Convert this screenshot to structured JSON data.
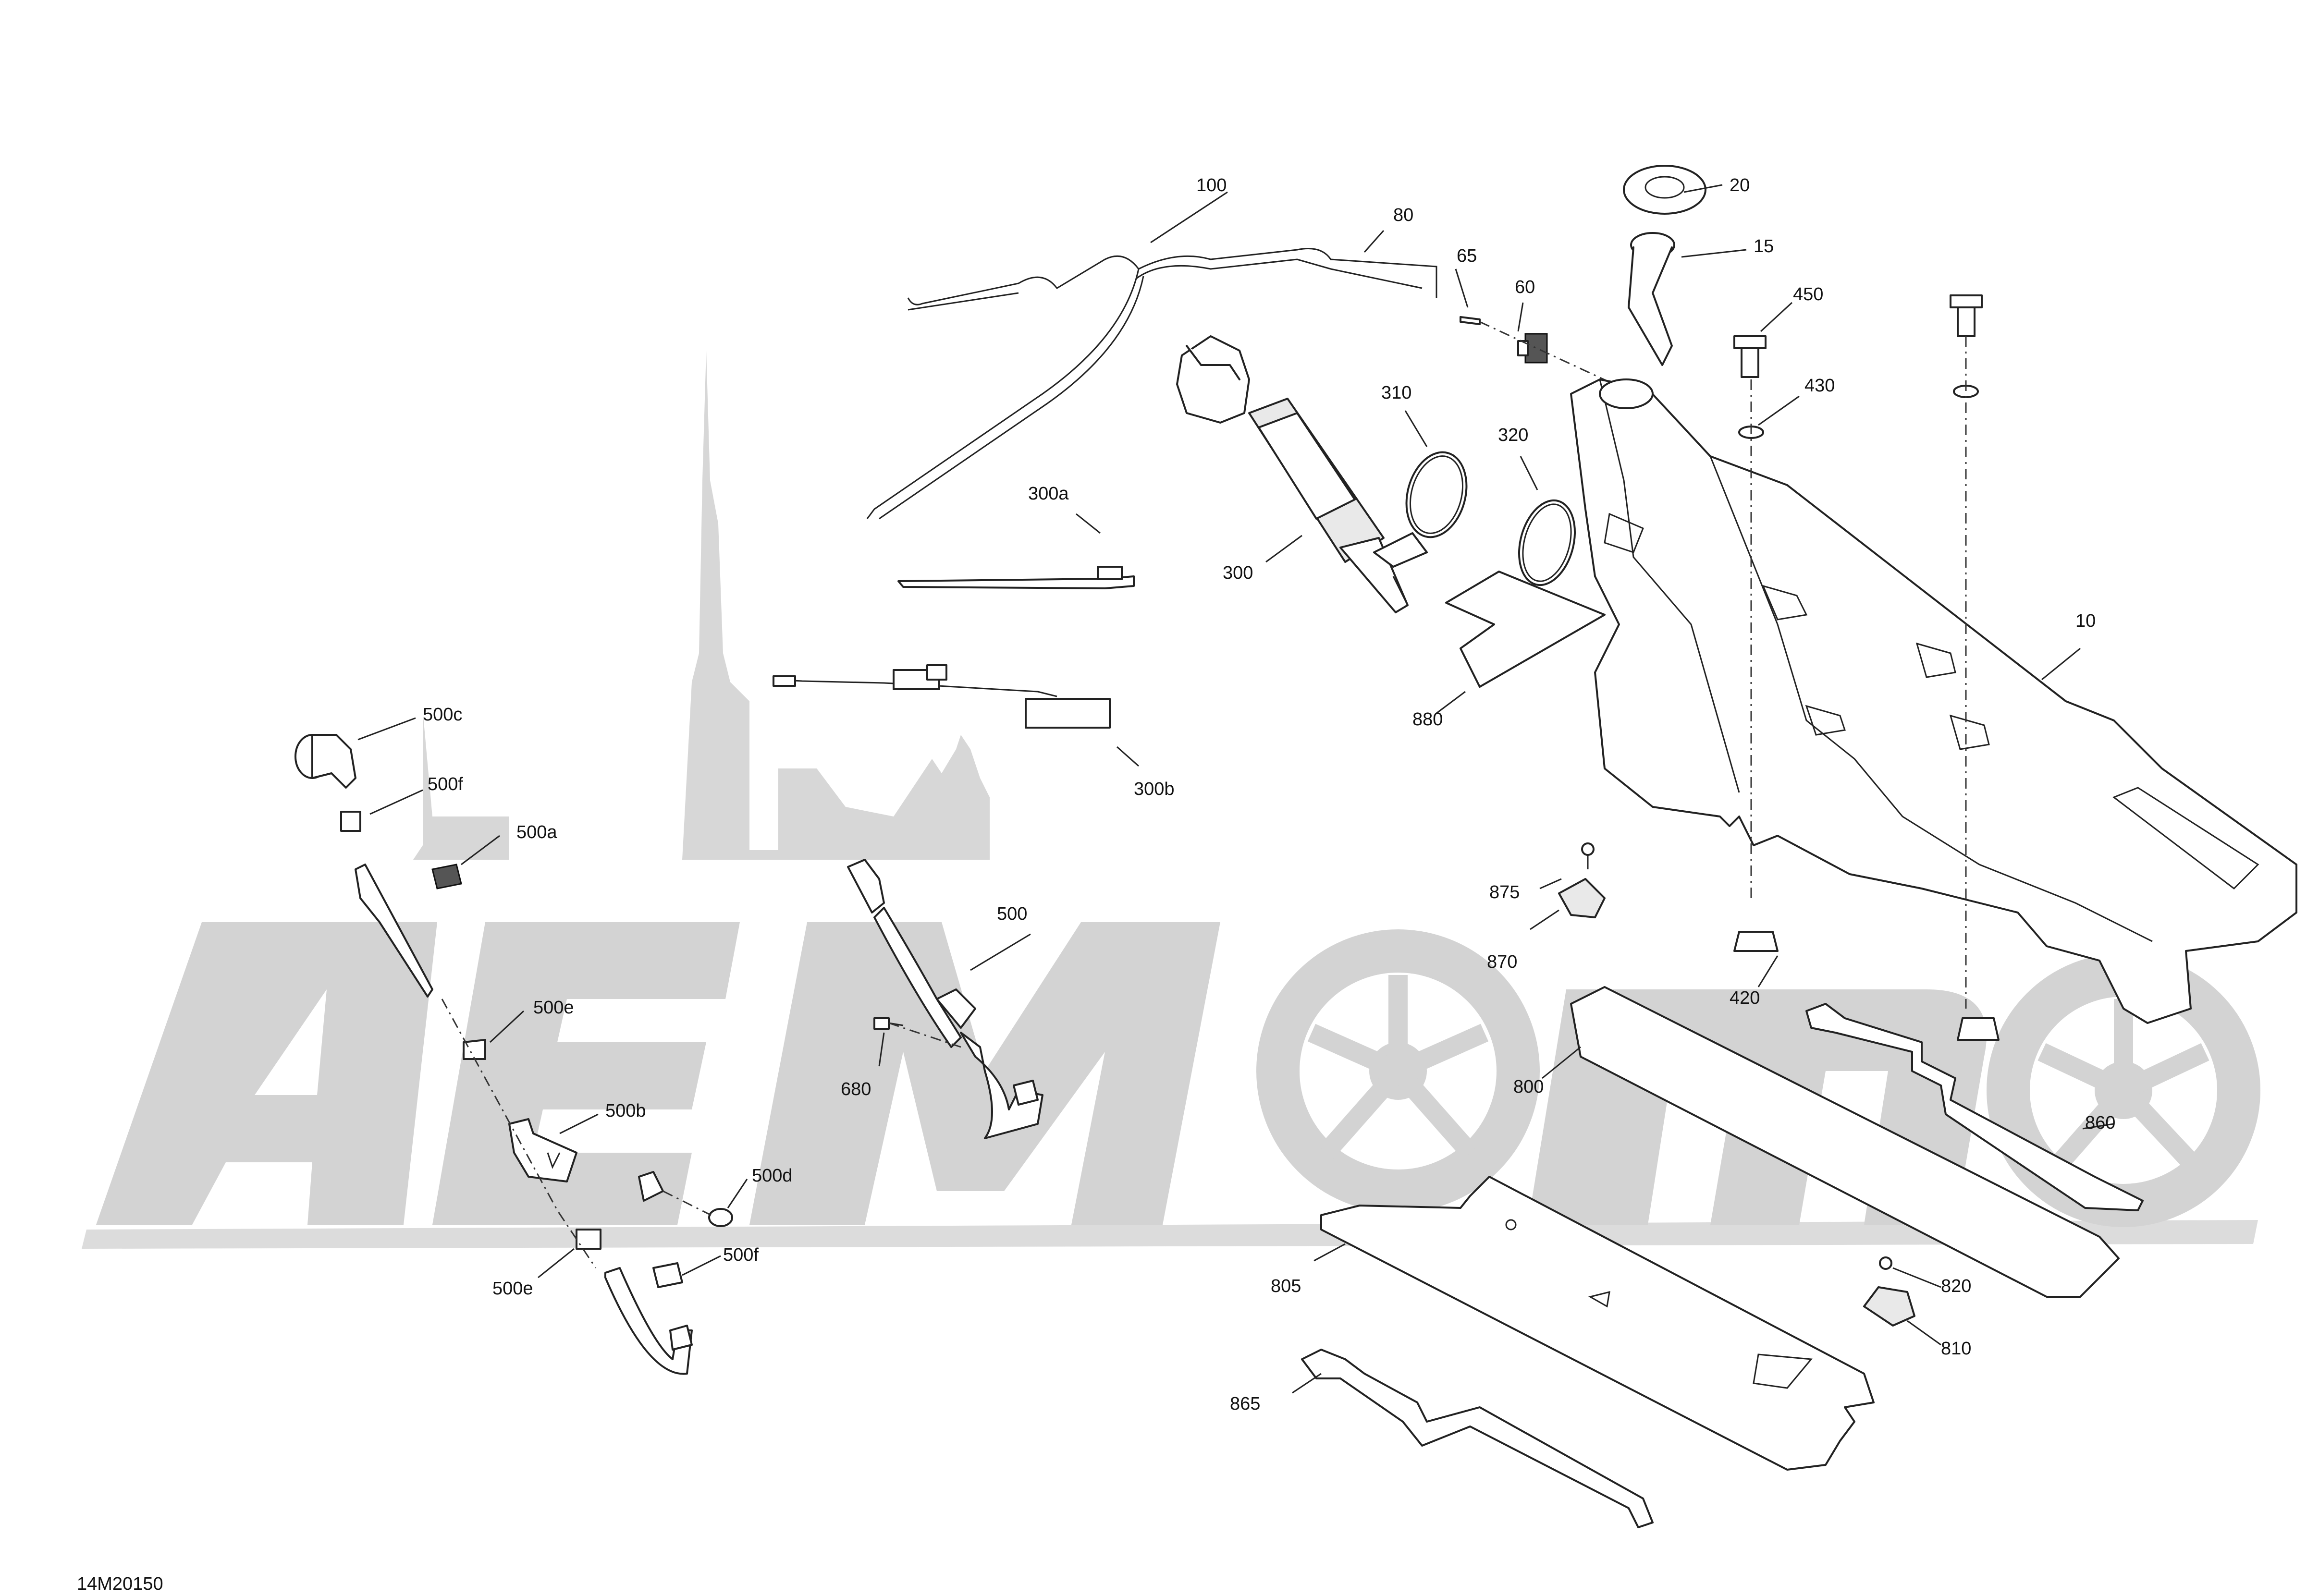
{
  "drawing_number": "14M20150",
  "labels": {
    "p10": "10",
    "p15": "15",
    "p20": "20",
    "p60": "60",
    "p65": "65",
    "p80": "80",
    "p100": "100",
    "p300": "300",
    "p300a": "300a",
    "p300b": "300b",
    "p310": "310",
    "p320": "320",
    "p420": "420",
    "p430": "430",
    "p450": "450",
    "p500": "500",
    "p500a": "500a",
    "p500b": "500b",
    "p500c": "500c",
    "p500d": "500d",
    "p500e_top": "500e",
    "p500e_bottom": "500e",
    "p500f_top": "500f",
    "p500f_bottom": "500f",
    "p680": "680",
    "p800": "800",
    "p805": "805",
    "p810": "810",
    "p820": "820",
    "p860": "860",
    "p865": "865",
    "p870": "870",
    "p875": "875",
    "p880": "880"
  },
  "colors": {
    "line": "#222222",
    "watermark": "#d3d3d3",
    "background": "#ffffff"
  }
}
